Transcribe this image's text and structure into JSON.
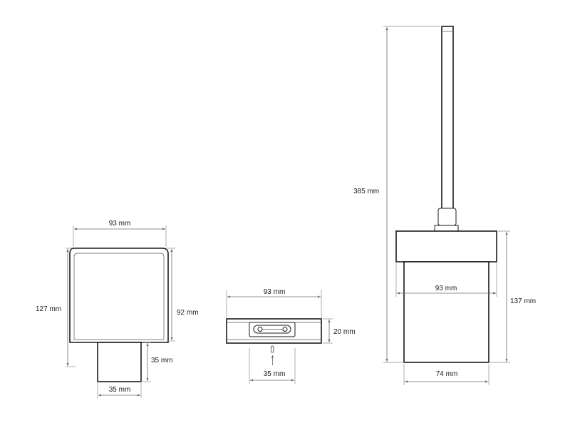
{
  "views": {
    "front": {
      "width_top": "93 mm",
      "height_total": "127 mm",
      "height_head": "92 mm",
      "base_height": "35 mm",
      "base_width": "35 mm"
    },
    "top": {
      "width": "93 mm",
      "depth": "20 mm",
      "hole_spacing": "35 mm"
    },
    "side": {
      "height_total": "385 mm",
      "cap_width": "93 mm",
      "body_height": "137 mm",
      "body_width": "74 mm"
    }
  }
}
